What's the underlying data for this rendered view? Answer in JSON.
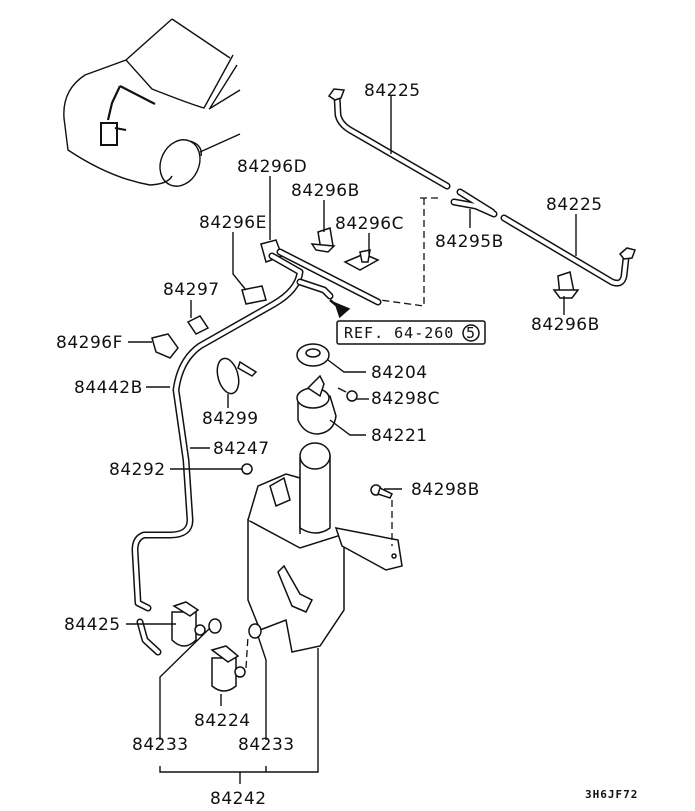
{
  "diagram": {
    "type": "exploded parts diagram",
    "subject": "Windshield washer system",
    "drawing_code": "3H6JF72",
    "reference": {
      "text": "REF. 64-260",
      "circled": "5"
    },
    "parts": [
      {
        "id": "p1",
        "number": "84225"
      },
      {
        "id": "p2",
        "number": "84225"
      },
      {
        "id": "p3",
        "number": "84296D"
      },
      {
        "id": "p4",
        "number": "84296B"
      },
      {
        "id": "p5",
        "number": "84296E"
      },
      {
        "id": "p6",
        "number": "84296C"
      },
      {
        "id": "p7",
        "number": "84295B"
      },
      {
        "id": "p8",
        "number": "84296B"
      },
      {
        "id": "p9",
        "number": "84297"
      },
      {
        "id": "p10",
        "number": "84296F"
      },
      {
        "id": "p11",
        "number": "84204"
      },
      {
        "id": "p12",
        "number": "84442B"
      },
      {
        "id": "p13",
        "number": "84298C"
      },
      {
        "id": "p14",
        "number": "84299"
      },
      {
        "id": "p15",
        "number": "84221"
      },
      {
        "id": "p16",
        "number": "84247"
      },
      {
        "id": "p17",
        "number": "84292"
      },
      {
        "id": "p18",
        "number": "84298B"
      },
      {
        "id": "p19",
        "number": "84425"
      },
      {
        "id": "p20",
        "number": "84224"
      },
      {
        "id": "p21",
        "number": "84233"
      },
      {
        "id": "p22",
        "number": "84233"
      },
      {
        "id": "p23",
        "number": "84242"
      }
    ]
  }
}
